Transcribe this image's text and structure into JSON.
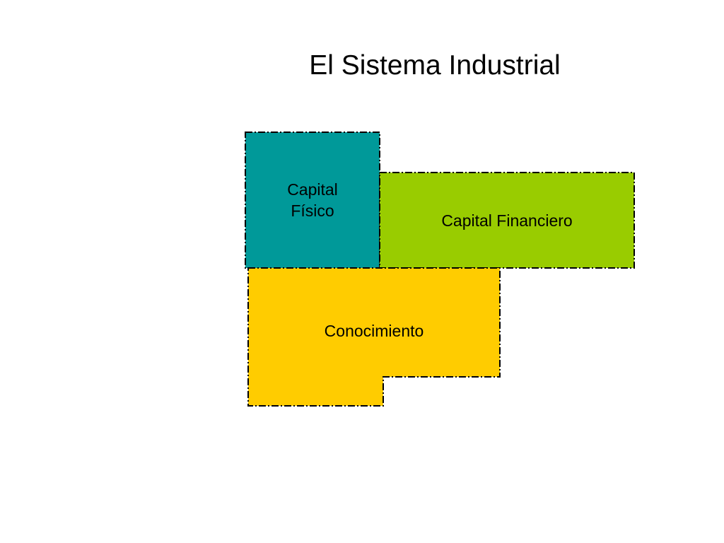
{
  "slide": {
    "title": "El Sistema Industrial"
  },
  "blocks": {
    "capital_fisico": {
      "label": "Capital\nFísico",
      "color": "#009999"
    },
    "capital_financiero": {
      "label": "Capital Financiero",
      "color": "#99CC00"
    },
    "conocimiento": {
      "label": "Conocimiento",
      "color": "#FFCC00"
    }
  },
  "border_color": "#000000"
}
